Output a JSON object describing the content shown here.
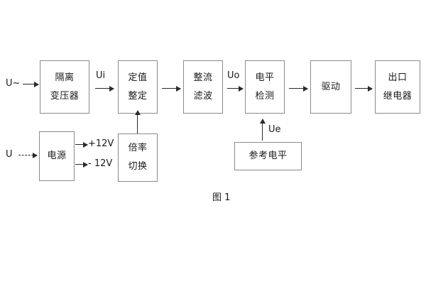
{
  "figure": {
    "caption": "图 1",
    "border_color": "#8a8a8a",
    "line_color": "#2b2b2b",
    "background": "#ffffff"
  },
  "blocks": {
    "isolation_transformer": {
      "line1": "隔离",
      "line2": "变压器"
    },
    "setting_adjust": {
      "line1": "定值",
      "line2": "整定"
    },
    "rectify_filter": {
      "line1": "整流",
      "line2": "滤波"
    },
    "level_detect": {
      "line1": "电平",
      "line2": "检测"
    },
    "drive": {
      "line1": "驱动"
    },
    "output_relay": {
      "line1": "出口",
      "line2": "继电器"
    },
    "power_supply": {
      "line1": "电源"
    },
    "multiplier_switch": {
      "line1": "倍率",
      "line2": "切换"
    },
    "reference_level": {
      "line1": "参考电平"
    }
  },
  "labels": {
    "input_ac": "U~",
    "input_dc": "U",
    "ui": "Ui",
    "uo": "Uo",
    "ue": "Ue",
    "plus12v": "+12V",
    "minus12v": "- 12V"
  }
}
